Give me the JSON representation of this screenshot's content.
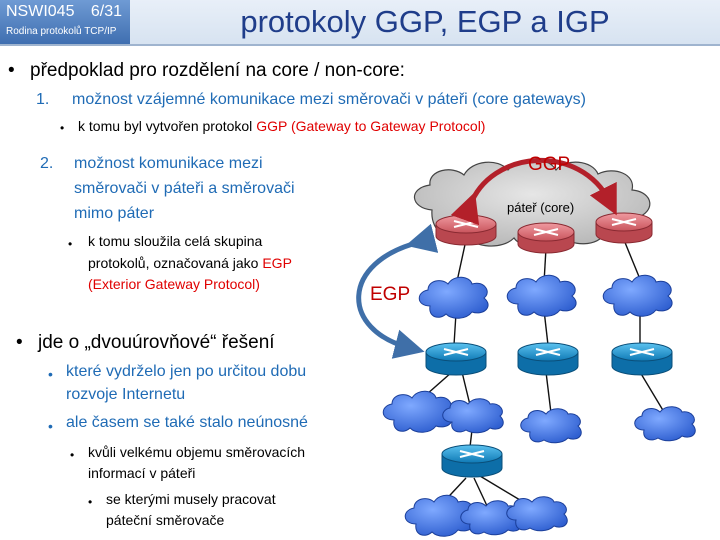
{
  "header": {
    "course_code": "NSWI045",
    "page": "6/31",
    "course_subtitle": "Rodina protokolů TCP/IP",
    "title": "protokoly GGP, EGP a IGP"
  },
  "content": {
    "b1": "předpoklad pro rozdělení na core / non-core:",
    "n1_num": "1.",
    "n1": "možnost vzájemné komunikace mezi směrovači v páteři (core gateways)",
    "n1_sub_pre": "k tomu byl vytvořen protokol ",
    "n1_sub_red": "GGP  (Gateway to Gateway Protocol)",
    "n2_num": "2.",
    "n2_l1": "možnost komunikace mezi",
    "n2_l2": "směrovači v páteři a směrovači",
    "n2_l3": "mimo páter",
    "n2_sub_l1": "k tomu sloužila celá skupina",
    "n2_sub_l2_pre": "protokolů, označovaná jako ",
    "n2_sub_l2_red": "EGP",
    "n2_sub_l3": "(Exterior Gateway Protocol)",
    "b2": "jde o „dvouúrovňové“ řešení",
    "b2_s1_l1": "které vydrželo jen po určitou dobu",
    "b2_s1_l2": "rozvoje Internetu",
    "b2_s2": "ale časem se také stalo neúnosné",
    "b2_s2_sub_l1": "kvůli velkému objemu směrovacích",
    "b2_s2_sub_l2": "informací v páteři",
    "b2_s2_sub_sub_l1": "se kterými musely pracovat",
    "b2_s2_sub_sub_l2": "páteční směrovače"
  },
  "diagram": {
    "ggp_label": "GGP",
    "egp_label": "EGP",
    "core_label": "páteř (core)",
    "colors": {
      "core_router": "#d9686e",
      "edge_router": "#1a8fc9",
      "cloud": "#3a6fd8",
      "arrow_ggp": "#b3202a",
      "arrow_egp": "#3f6fa8"
    }
  }
}
